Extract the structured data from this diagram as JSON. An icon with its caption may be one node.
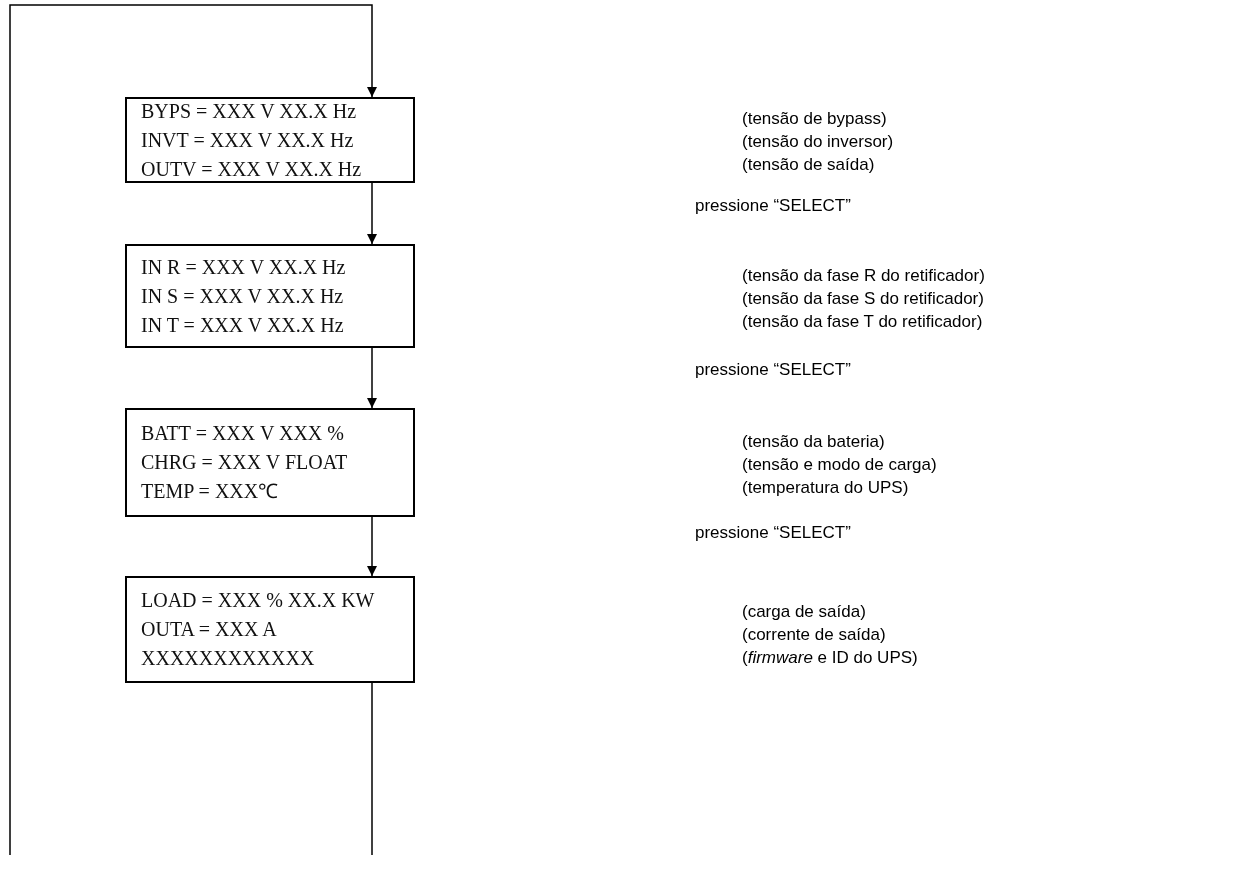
{
  "diagram": {
    "nodes": [
      {
        "text": [
          "BYPS = XXX V XX.X Hz",
          "INVT = XXX V XX.X Hz",
          "OUTV = XXX V XX.X Hz"
        ],
        "beside": [
          "(tensão de bypass)",
          "(tensão do inversor)",
          "(tensão de saída)"
        ]
      },
      {
        "text": [
          "IN R = XXX V XX.X Hz",
          "IN S = XXX V XX.X Hz",
          "IN T = XXX V XX.X Hz"
        ],
        "beside": [
          "(tensão da fase R do retificador)",
          "(tensão da fase S do retificador)",
          "(tensão da fase T do retificador)"
        ]
      },
      {
        "text": [
          "BATT = XXX V XXX %",
          "CHRG = XXX V FLOAT",
          "TEMP = XXX℃"
        ],
        "beside": [
          "(tensão da bateria)",
          "(tensão e modo de carga)",
          "(temperatura do UPS)"
        ]
      },
      {
        "text": [
          "LOAD = XXX % XX.X KW",
          "OUTA = XXX A",
          "XXXXXXXXXXXX"
        ],
        "beside": [
          "(carga de saída)",
          "(corrente de saída)",
          "(*firmware* e ID do UPS)"
        ]
      }
    ],
    "edges": [
      {
        "from": 0,
        "to": 1,
        "arrow": "to"
      },
      {
        "from": 1,
        "to": 2,
        "arrow": "to"
      },
      {
        "from": 2,
        "to": 3,
        "arrow": "to"
      },
      {
        "from": 3,
        "to": null,
        "arrow": "none"
      },
      {
        "from": null,
        "to": 0,
        "arrow": "to"
      }
    ],
    "labels": [
      "pressione “SELECT”",
      "pressione “SELECT”",
      "pressione “SELECT”"
    ]
  }
}
